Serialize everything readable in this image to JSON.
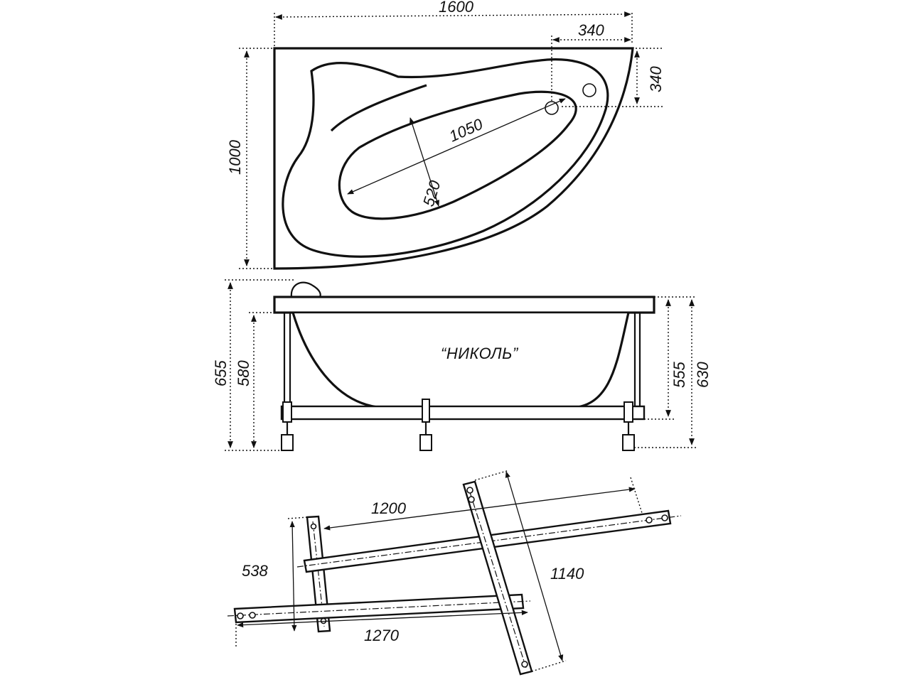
{
  "model_name": "“НИКОЛЬ”",
  "top_view": {
    "overall_width": "1600",
    "overall_depth": "1000",
    "drain_offset_x": "340",
    "drain_offset_y": "340",
    "basin_length": "1050",
    "basin_width": "520"
  },
  "side_view": {
    "total_height_left": "655",
    "frame_height_left": "580",
    "frame_height_right": "555",
    "total_height_right": "630"
  },
  "frame_view": {
    "long_bar_top": "1200",
    "long_bar_bottom": "1270",
    "diagonal_bar": "1140",
    "short_bar": "538"
  }
}
